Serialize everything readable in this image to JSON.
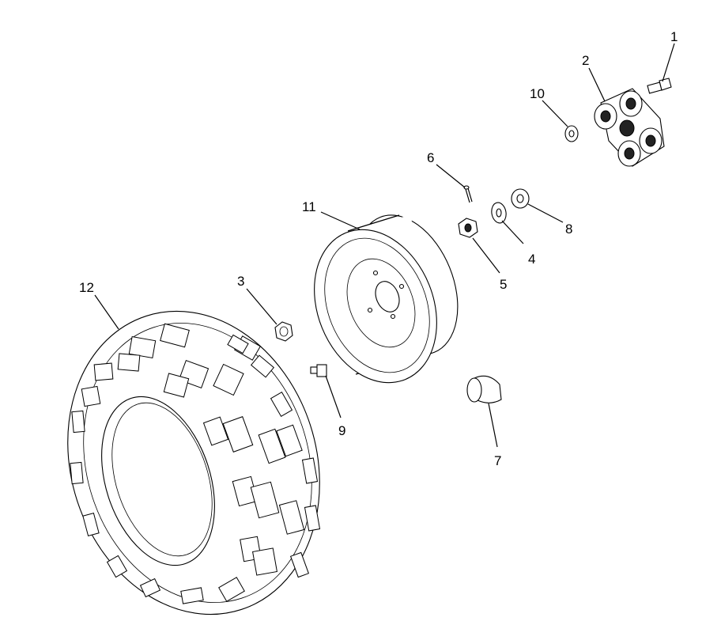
{
  "diagram": {
    "callouts": [
      {
        "id": "1",
        "part": "bolt"
      },
      {
        "id": "2",
        "part": "hub"
      },
      {
        "id": "3",
        "part": "wheel-nut"
      },
      {
        "id": "4",
        "part": "washer"
      },
      {
        "id": "5",
        "part": "castle-nut"
      },
      {
        "id": "6",
        "part": "cotter-pin"
      },
      {
        "id": "7",
        "part": "hub-cap"
      },
      {
        "id": "8",
        "part": "washer"
      },
      {
        "id": "9",
        "part": "valve-stem"
      },
      {
        "id": "10",
        "part": "washer"
      },
      {
        "id": "11",
        "part": "rim"
      },
      {
        "id": "12",
        "part": "tire"
      }
    ]
  }
}
